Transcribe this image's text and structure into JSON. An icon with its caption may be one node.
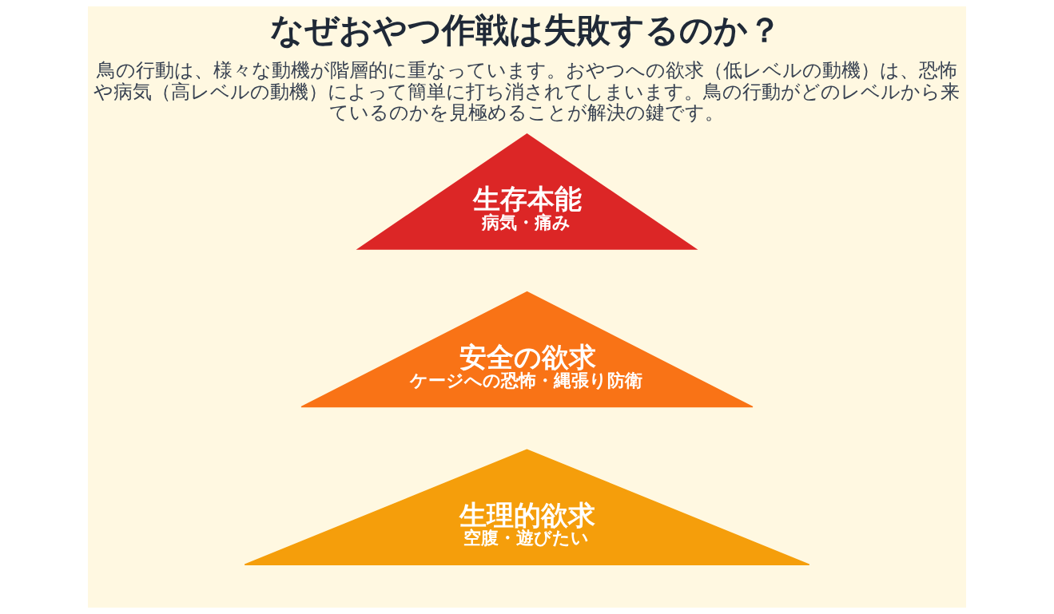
{
  "diagram": {
    "title": "なぜおやつ作戦は失敗するのか？",
    "nodes": [
      {
        "text": [
          "生存本能",
          "病気・痛み"
        ]
      },
      {
        "text": [
          "安全の欲求",
          "ケージへの恐怖・縄張り防衛"
        ]
      },
      {
        "text": [
          "生理的欲求",
          "空腹・遊びたい"
        ]
      }
    ],
    "edges": [],
    "labels": [
      "鳥の行動は、様々な動機が階層的に重なっています。おやつへの欲求（低レベルの動機）は、恐怖や病気（高レベルの動機）によって簡単に打ち消されてしまいます。鳥の行動がどのレベルから来ているのかを見極めることが解決の鍵です。"
    ]
  }
}
